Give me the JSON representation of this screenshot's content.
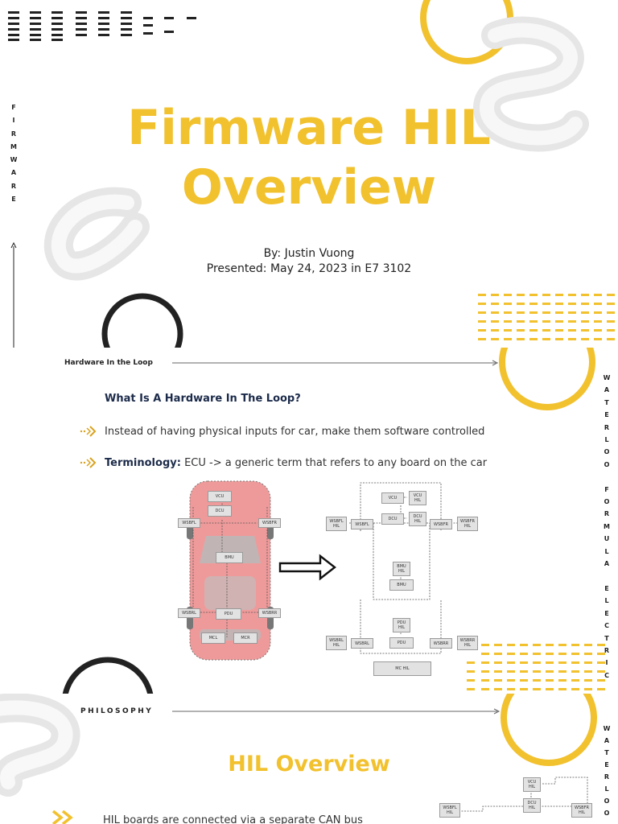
{
  "slide1": {
    "title_line1": "Firmware HIL",
    "title_line2": "Overview",
    "author": "By: Justin Vuong",
    "presented": "Presented: May 24, 2023 in E7 3102",
    "side_word": [
      "F",
      "I",
      "R",
      "M",
      "W",
      "A",
      "R",
      "E"
    ]
  },
  "slide2": {
    "section_label": "Hardware In the Loop",
    "heading": "What Is A Hardware In The Loop?",
    "bullet1": "Instead of having physical inputs for car, make them software controlled",
    "bullet2_term": "Terminology:",
    "bullet2_text": "ECU -> a generic term that refers to any board on the car",
    "side_word": [
      "W",
      "A",
      "T",
      "E",
      "R",
      "L",
      "O",
      "O",
      "",
      "F",
      "O",
      "R",
      "M",
      "U",
      "L",
      "A",
      "",
      "E",
      "L",
      "E",
      "C",
      "T",
      "R",
      "I",
      "C"
    ],
    "car_labels": {
      "vcu": "VCU",
      "dcu": "DCU",
      "bmu": "BMU",
      "pdu": "PDU",
      "wsbfl": "WSBFL",
      "wsbfr": "WSBFR",
      "wsbrl": "WSBRL",
      "wsbrr": "WSBRR",
      "mcl": "MCL",
      "mcr": "MCR"
    },
    "hil_labels": {
      "vcu": "VCU",
      "vcu_hil": "VCU HIL",
      "dcu": "DCU",
      "dcu_hil": "DCU HIL",
      "wsbfl_hil": "WSBFL HIL",
      "wsbfl": "WSBFL",
      "wsbfr": "WSBFR",
      "wsbfr_hil": "WSBFR HIL",
      "bmu_hil": "BMU HIL",
      "bmu": "BMU",
      "pdu_hil": "PDU HIL",
      "wsbrl_hil": "WSBRL HIL",
      "wsbrl": "WSBRL",
      "pdu": "PDU",
      "wsbrr": "WSBRR",
      "wsbrr_hil": "WSBRR HIL",
      "mc_hil": "MC HIL"
    }
  },
  "slide3": {
    "section_label": "PHILOSOPHY",
    "title": "HIL Overview",
    "bullet1": "HIL boards are connected via a separate CAN bus",
    "side_word": [
      "W",
      "A",
      "T",
      "E",
      "R",
      "L",
      "O",
      "O"
    ],
    "diagram_labels": {
      "vcu_hil": "VCU HIL",
      "dcu_hil": "DCU HIL",
      "wsbfl_hil": "WSBFL HIL",
      "wsbfr_hil": "WSBFR HIL"
    }
  },
  "colors": {
    "accent": "#f2c12e",
    "navy": "#1c2b4a",
    "car": "#ef9a9a"
  },
  "icons": [
    "double-arrow-bullet-icon",
    "chevron-bullet-icon",
    "right-arrow-icon",
    "up-arrow-icon"
  ]
}
